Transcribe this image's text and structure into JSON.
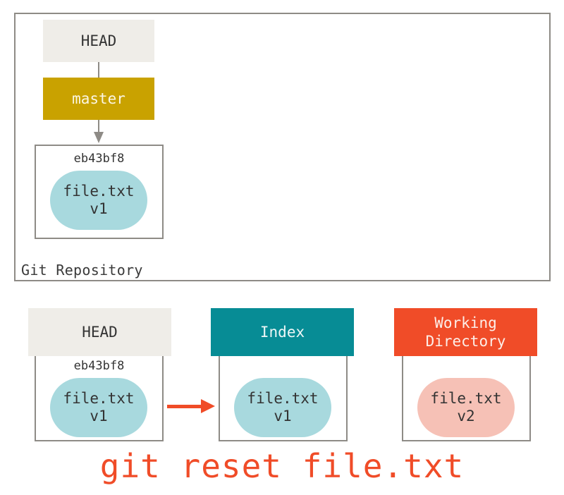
{
  "repository": {
    "label": "Git Repository",
    "head_label": "HEAD",
    "branch_label": "master",
    "commit": {
      "sha": "eb43bf8",
      "file_name": "file.txt",
      "file_version": "v1"
    }
  },
  "trees": {
    "head": {
      "label": "HEAD",
      "sha": "eb43bf8",
      "file_name": "file.txt",
      "file_version": "v1"
    },
    "index": {
      "label": "Index",
      "file_name": "file.txt",
      "file_version": "v1"
    },
    "working_directory": {
      "label": "Working\nDirectory",
      "file_name": "file.txt",
      "file_version": "v2"
    }
  },
  "command": "git reset file.txt",
  "colors": {
    "head": "#efede8",
    "master": "#c9a200",
    "index": "#078c95",
    "working_directory": "#f04c28",
    "blob_blue": "#a8d9de",
    "blob_pink": "#f6c1b6",
    "command": "#f04c28"
  }
}
